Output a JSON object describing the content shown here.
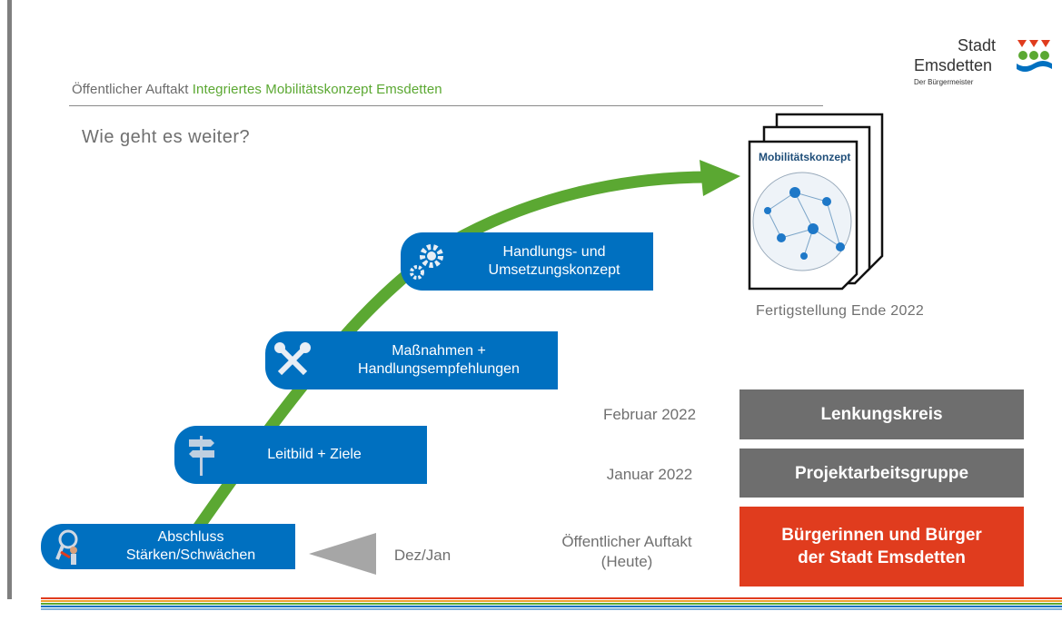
{
  "header": {
    "part1": "Öffentlicher Auftakt",
    "part2": "Integriertes Mobilitätskonzept Emsdetten"
  },
  "subtitle": "Wie geht es weiter?",
  "logo": {
    "line1": "Stadt",
    "line2": "Emsdetten",
    "line3": "Der Bürgermeister"
  },
  "steps": [
    {
      "line1": "Abschluss",
      "line2": "Stärken/Schwächen",
      "icon": "magnifier-person-icon"
    },
    {
      "line1": "Leitbild + Ziele",
      "line2": "",
      "icon": "signpost-icon"
    },
    {
      "line1": "Maßnahmen +",
      "line2": "Handlungsempfehlungen",
      "icon": "tools-icon"
    },
    {
      "line1": "Handlungs- und",
      "line2": "Umsetzungskonzept",
      "icon": "gears-icon"
    }
  ],
  "document": {
    "title": "Mobilitätskonzept",
    "caption": "Fertigstellung Ende 2022"
  },
  "arrow_label": "Dez/Jan",
  "timeline": [
    {
      "date": "Februar 2022",
      "box": "Lenkungskreis",
      "color": "#6e6e6e"
    },
    {
      "date": "Januar 2022",
      "box": "Projektarbeitsgruppe",
      "color": "#6e6e6e"
    },
    {
      "date_line1": "Öffentlicher Auftakt",
      "date_line2": "(Heute)",
      "box_line1": "Bürgerinnen und Bürger",
      "box_line2": "der Stadt Emsdetten",
      "color": "#e03c1e"
    }
  ],
  "colors": {
    "step_blue": "#0070c0",
    "arrow_green": "#5ba832",
    "accent_red": "#e03c1e",
    "box_grey": "#6e6e6e"
  }
}
